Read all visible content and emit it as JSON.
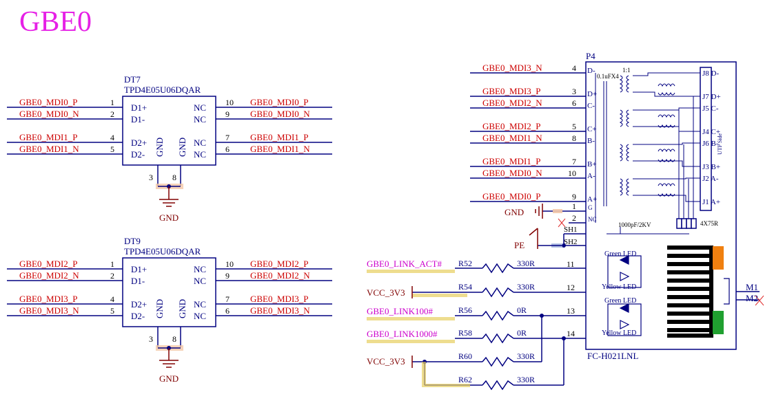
{
  "title": "GBE0",
  "colors": {
    "title": "#e620e6",
    "net": "#cc0000",
    "wire": "#000080",
    "part": "#000080",
    "pink": "#cc00cc",
    "gnd": "#800000",
    "hi": "#e8d060"
  },
  "dt7": {
    "ref": "DT7",
    "part": "TPD4E05U06DQAR",
    "left": [
      {
        "net": "GBE0_MDI0_P",
        "pin": "1",
        "name": "D1+"
      },
      {
        "net": "GBE0_MDI0_N",
        "pin": "2",
        "name": "D1-"
      },
      {
        "net": "GBE0_MDI1_P",
        "pin": "4",
        "name": "D2+"
      },
      {
        "net": "GBE0_MDI1_N",
        "pin": "5",
        "name": "D2-"
      }
    ],
    "right": [
      {
        "net": "GBE0_MDI0_P",
        "pin": "10",
        "name": "NC"
      },
      {
        "net": "GBE0_MDI0_N",
        "pin": "9",
        "name": "NC"
      },
      {
        "net": "GBE0_MDI1_P",
        "pin": "7",
        "name": "NC"
      },
      {
        "net": "GBE0_MDI1_N",
        "pin": "6",
        "name": "NC"
      }
    ],
    "gnd_pins": [
      "3",
      "8"
    ],
    "gnd_label": "GND",
    "gnd_name": "GND"
  },
  "dt9": {
    "ref": "DT9",
    "part": "TPD4E05U06DQAR",
    "left": [
      {
        "net": "GBE0_MDI2_P",
        "pin": "1",
        "name": "D1+"
      },
      {
        "net": "GBE0_MDI2_N",
        "pin": "2",
        "name": "D1-"
      },
      {
        "net": "GBE0_MDI3_P",
        "pin": "4",
        "name": "D2+"
      },
      {
        "net": "GBE0_MDI3_N",
        "pin": "5",
        "name": "D2-"
      }
    ],
    "right": [
      {
        "net": "GBE0_MDI2_P",
        "pin": "10",
        "name": "NC"
      },
      {
        "net": "GBE0_MDI2_N",
        "pin": "9",
        "name": "NC"
      },
      {
        "net": "GBE0_MDI3_P",
        "pin": "7",
        "name": "NC"
      },
      {
        "net": "GBE0_MDI3_N",
        "pin": "6",
        "name": "NC"
      }
    ],
    "gnd_pins": [
      "3",
      "8"
    ],
    "gnd_label": "GND",
    "gnd_name": "GND"
  },
  "p4": {
    "ref": "P4",
    "part": "FC-H021LNL",
    "pins": [
      {
        "net": "GBE0_MDI3_N",
        "pin": "4",
        "name": "D-"
      },
      {
        "net": "GBE0_MDI3_P",
        "pin": "3",
        "name": "D+"
      },
      {
        "net": "GBE0_MDI2_N",
        "pin": "6",
        "name": "C-"
      },
      {
        "net": "GBE0_MDI2_P",
        "pin": "5",
        "name": "C+"
      },
      {
        "net": "GBE0_MDI1_N",
        "pin": "8",
        "name": "B-"
      },
      {
        "net": "GBE0_MDI1_P",
        "pin": "7",
        "name": "B+"
      },
      {
        "net": "GBE0_MDI0_N",
        "pin": "10",
        "name": "A-"
      },
      {
        "net": "GBE0_MDI0_P",
        "pin": "9",
        "name": "A+"
      }
    ],
    "jack": [
      "J8 D-",
      "J7 D+",
      "J5 C-",
      "J4 C+",
      "J6 B-",
      "J3 B+",
      "J2 A-",
      "J1 A+"
    ],
    "utp_label": "UTP Side",
    "cap_label": "0.1uFX4",
    "ratio": "1:1",
    "hv_cap": "1000pF/2KV",
    "res_array": "4X75R",
    "gnd_pin": {
      "pin": "1",
      "name": "G",
      "label": "GND"
    },
    "nc_pin": {
      "pin": "2",
      "name": "NC"
    },
    "sh1": "SH1",
    "sh2": "SH2",
    "pe": "PE",
    "leds": [
      {
        "pin": "11",
        "net": "GBE0_LINK_ACT#",
        "res": "R52",
        "val": "330R"
      },
      {
        "pin": "12",
        "net": "VCC_3V3",
        "res": "R54",
        "val": "330R"
      },
      {
        "pin": "13",
        "net": "GBE0_LINK100#",
        "res": "R56",
        "val": "0R"
      },
      {
        "pin": "14",
        "net": "GBE0_LINK1000#",
        "res": "R58",
        "val": "0R"
      }
    ],
    "extra_res": [
      {
        "res": "R60",
        "val": "330R"
      },
      {
        "res": "R62",
        "val": "330R"
      }
    ],
    "vcc2": "VCC_3V3",
    "led_labels": [
      "Green LED",
      "Yellow LED",
      "Green LED",
      "Yellow LED"
    ],
    "m1": "M1",
    "m2": "M2"
  }
}
